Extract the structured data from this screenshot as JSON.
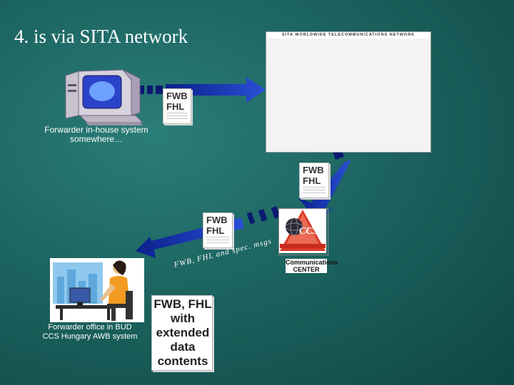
{
  "title": "4. is via SITA network",
  "map_title": "SITA WORLDWIDE TELECOMMUNICATIONS NETWORK",
  "caption_forwarder_top": "Forwarder in-house system\nsomewhere…",
  "caption_forwarder_bottom": "Forwarder office in BUD\nCCS Hungary AWB system",
  "doc_fwb_fhl": "FWB\nFHL",
  "doc_extended": "FWB, FHL with extended data contents",
  "arrow_label": "FWB, FHL and spec. msgs",
  "ccs_logo_text": "CCS",
  "ccs_caption": "Communications CENTER"
}
